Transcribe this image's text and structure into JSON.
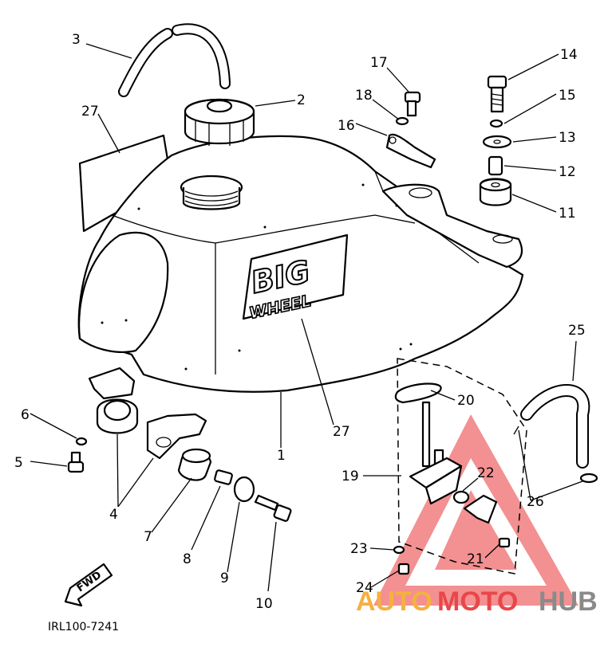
{
  "diagram": {
    "tank_logo": {
      "line1": "BIG",
      "line2": "WHEEL"
    },
    "fwd_label": "FWD",
    "drawing_code": "IRL100-7241",
    "callouts": [
      {
        "id": "3",
        "text": "3"
      },
      {
        "id": "2",
        "text": "2"
      },
      {
        "id": "27a",
        "text": "27"
      },
      {
        "id": "17",
        "text": "17"
      },
      {
        "id": "18",
        "text": "18"
      },
      {
        "id": "16",
        "text": "16"
      },
      {
        "id": "14",
        "text": "14"
      },
      {
        "id": "15",
        "text": "15"
      },
      {
        "id": "13",
        "text": "13"
      },
      {
        "id": "12",
        "text": "12"
      },
      {
        "id": "11",
        "text": "11"
      },
      {
        "id": "25",
        "text": "25"
      },
      {
        "id": "20",
        "text": "20"
      },
      {
        "id": "27b",
        "text": "27"
      },
      {
        "id": "1",
        "text": "1"
      },
      {
        "id": "6",
        "text": "6"
      },
      {
        "id": "5",
        "text": "5"
      },
      {
        "id": "4",
        "text": "4"
      },
      {
        "id": "7",
        "text": "7"
      },
      {
        "id": "8",
        "text": "8"
      },
      {
        "id": "9",
        "text": "9"
      },
      {
        "id": "10",
        "text": "10"
      },
      {
        "id": "19",
        "text": "19"
      },
      {
        "id": "22",
        "text": "22"
      },
      {
        "id": "26",
        "text": "26"
      },
      {
        "id": "23",
        "text": "23"
      },
      {
        "id": "21",
        "text": "21"
      },
      {
        "id": "24",
        "text": "24"
      }
    ]
  },
  "watermark": {
    "part1": "AUTO",
    "part2": "MOTO",
    "part3": "HUB",
    "color_orange": "#f5b041",
    "color_red": "#e8474a",
    "color_gray": "#8a8a8a"
  }
}
